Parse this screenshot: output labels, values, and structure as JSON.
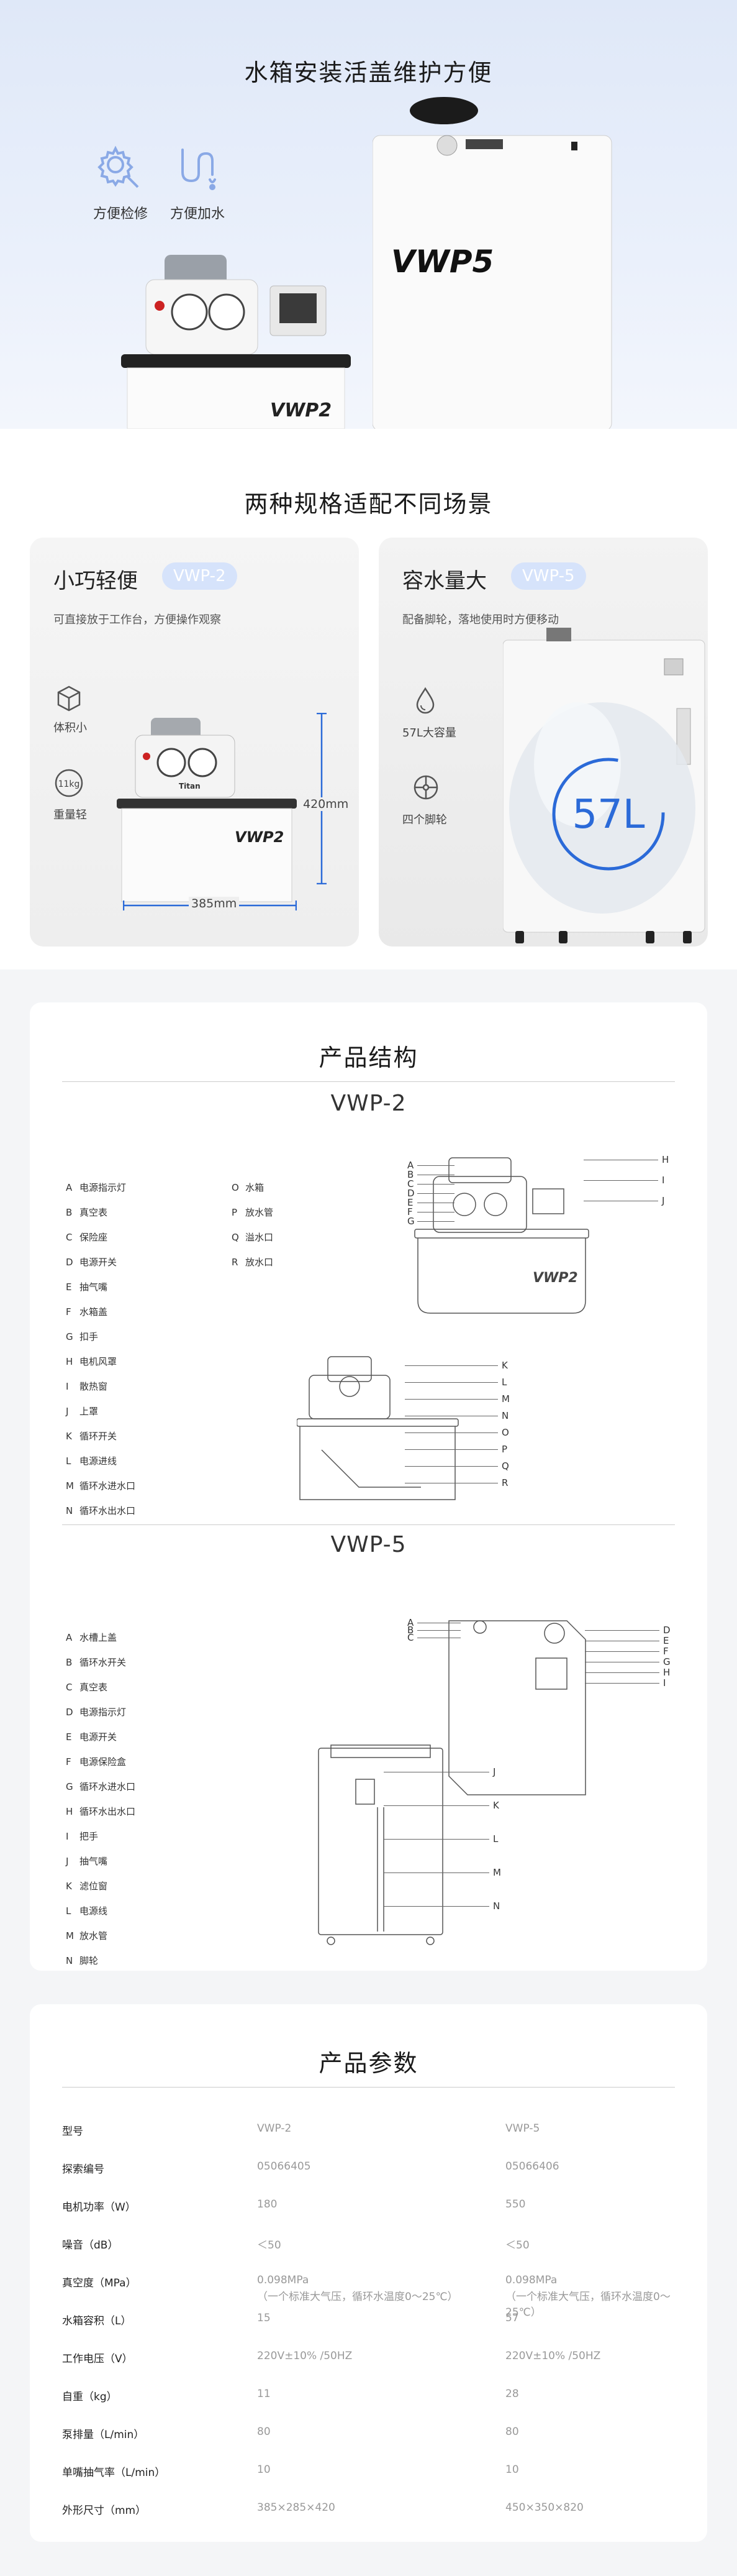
{
  "hero": {
    "title": "水箱安装活盖维护方便",
    "features": [
      {
        "label": "方便检修",
        "icon": "gear-icon"
      },
      {
        "label": "方便加水",
        "icon": "water-pipe-icon"
      }
    ],
    "brand_small": "VWP2",
    "brand_large": "VWP5"
  },
  "specs": {
    "title": "两种规格适配不同场景",
    "left": {
      "title": "小巧轻便",
      "pill": "VWP-2",
      "subtitle": "可直接放于工作台，方便操作观察",
      "features": [
        {
          "icon": "cube-icon",
          "label": "体积小"
        },
        {
          "icon": "weight-icon",
          "icon_text": "11kg",
          "label": "重量轻"
        }
      ],
      "height_label": "420mm",
      "width_label": "385mm",
      "brand": "VWP2",
      "panel_brand": "Titan"
    },
    "right": {
      "title": "容水量大",
      "pill": "VWP-5",
      "subtitle": "配备脚轮，落地使用时方便移动",
      "features": [
        {
          "icon": "water-drop-icon",
          "label": "57L大容量"
        },
        {
          "icon": "wheel-icon",
          "label": "四个脚轮"
        }
      ],
      "capacity": "57L"
    }
  },
  "structure": {
    "title": "产品结构",
    "vwp2": {
      "model": "VWP-2",
      "legend_col1": [
        {
          "key": "A",
          "text": "电源指示灯"
        },
        {
          "key": "B",
          "text": "真空表"
        },
        {
          "key": "C",
          "text": "保险座"
        },
        {
          "key": "D",
          "text": "电源开关"
        },
        {
          "key": "E",
          "text": "抽气嘴"
        },
        {
          "key": "F",
          "text": "水箱盖"
        },
        {
          "key": "G",
          "text": "扣手"
        },
        {
          "key": "H",
          "text": "电机风罩"
        },
        {
          "key": "I",
          "text": "散热窗"
        },
        {
          "key": "J",
          "text": "上罩"
        },
        {
          "key": "K",
          "text": "循环开关"
        },
        {
          "key": "L",
          "text": "电源进线"
        },
        {
          "key": "M",
          "text": "循环水进水口"
        },
        {
          "key": "N",
          "text": "循环水出水口"
        }
      ],
      "legend_col2": [
        {
          "key": "O",
          "text": "水箱"
        },
        {
          "key": "P",
          "text": "放水管"
        },
        {
          "key": "Q",
          "text": "溢水口"
        },
        {
          "key": "R",
          "text": "放水口"
        }
      ],
      "callouts_top_left": [
        "A",
        "B",
        "C",
        "D",
        "E",
        "F",
        "G"
      ],
      "callouts_top_right": [
        "H",
        "I",
        "J"
      ],
      "callouts_bottom": [
        "K",
        "L",
        "M",
        "N",
        "O",
        "P",
        "Q",
        "R"
      ]
    },
    "vwp5": {
      "model": "VWP-5",
      "legend": [
        {
          "key": "A",
          "text": "水槽上盖"
        },
        {
          "key": "B",
          "text": "循环水开关"
        },
        {
          "key": "C",
          "text": "真空表"
        },
        {
          "key": "D",
          "text": "电源指示灯"
        },
        {
          "key": "E",
          "text": "电源开关"
        },
        {
          "key": "F",
          "text": "电源保险盒"
        },
        {
          "key": "G",
          "text": "循环水进水口"
        },
        {
          "key": "H",
          "text": "循环水出水口"
        },
        {
          "key": "I",
          "text": "把手"
        },
        {
          "key": "J",
          "text": "抽气嘴"
        },
        {
          "key": "K",
          "text": "滤位窗"
        },
        {
          "key": "L",
          "text": "电源线"
        },
        {
          "key": "M",
          "text": "放水管"
        },
        {
          "key": "N",
          "text": "脚轮"
        }
      ],
      "callouts_top_left": [
        "A",
        "B",
        "C"
      ],
      "callouts_top_right": [
        "D",
        "E",
        "F",
        "G",
        "H",
        "I"
      ],
      "callouts_bottom": [
        "J",
        "K",
        "L",
        "M",
        "N"
      ]
    }
  },
  "params": {
    "title": "产品参数",
    "rows": [
      {
        "name": "型号",
        "v1": "VWP-2",
        "v2": "VWP-5"
      },
      {
        "name": "探索编号",
        "v1": "05066405",
        "v2": "05066406"
      },
      {
        "name": "电机功率（W）",
        "v1": "180",
        "v2": "550"
      },
      {
        "name": "噪音（dB）",
        "v1": "＜50",
        "v2": "＜50"
      },
      {
        "name": "真空度（MPa）",
        "v1": "0.098MPa",
        "v1b": "（一个标准大气压，循环水温度0～25℃）",
        "v2": "0.098MPa",
        "v2b": "（一个标准大气压，循环水温度0～25℃）"
      },
      {
        "name": "水箱容积（L）",
        "v1": "15",
        "v2": "57"
      },
      {
        "name": "工作电压（V）",
        "v1": "220V±10% /50HZ",
        "v2": "220V±10% /50HZ"
      },
      {
        "name": "自重（kg）",
        "v1": "11",
        "v2": "28"
      },
      {
        "name": "泵排量（L/min）",
        "v1": "80",
        "v2": "80"
      },
      {
        "name": "单嘴抽气率（L/min）",
        "v1": "10",
        "v2": "10"
      },
      {
        "name": "外形尺寸（mm）",
        "v1": "385×285×420",
        "v2": "450×350×820"
      }
    ]
  }
}
